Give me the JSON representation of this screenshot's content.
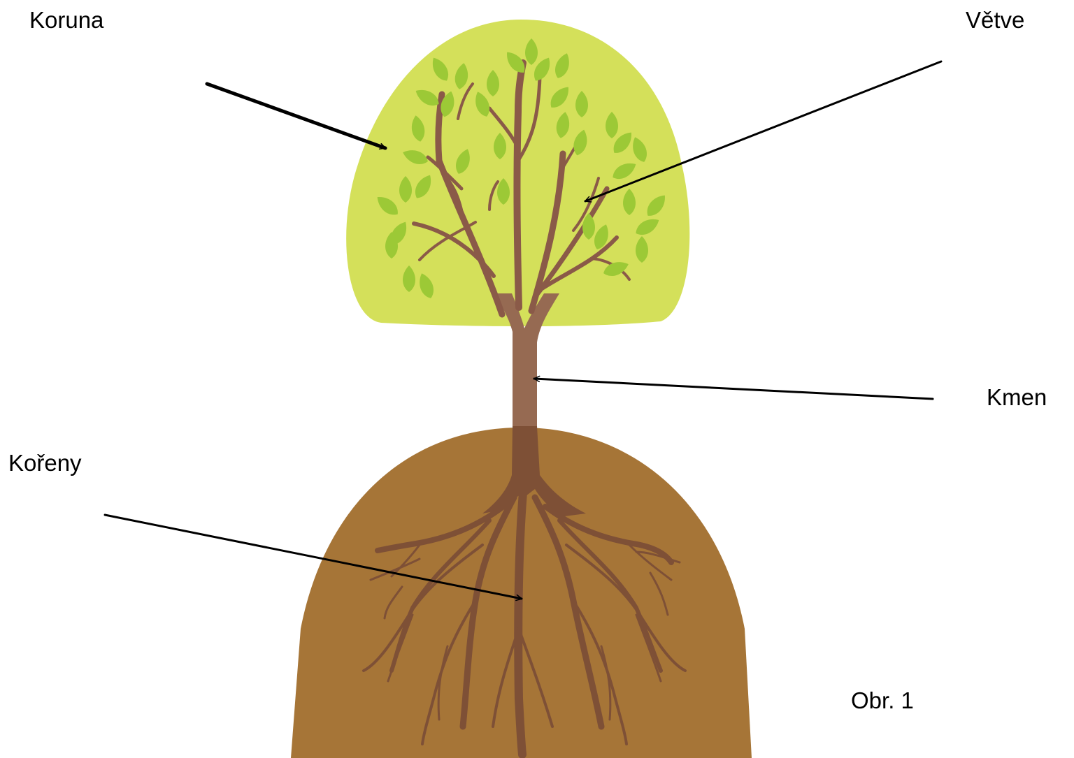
{
  "labels": {
    "koruna": "Koruna",
    "vetve": "Větve",
    "kmen": "Kmen",
    "koreny": "Kořeny"
  },
  "caption": "Obr. 1",
  "colors": {
    "crown": "#d4e05a",
    "leaf": "#9cc936",
    "branch": "#8a5a48",
    "trunk": "#966a52",
    "soil": "#a67537",
    "root": "#7e5036",
    "arrow": "#000000"
  }
}
